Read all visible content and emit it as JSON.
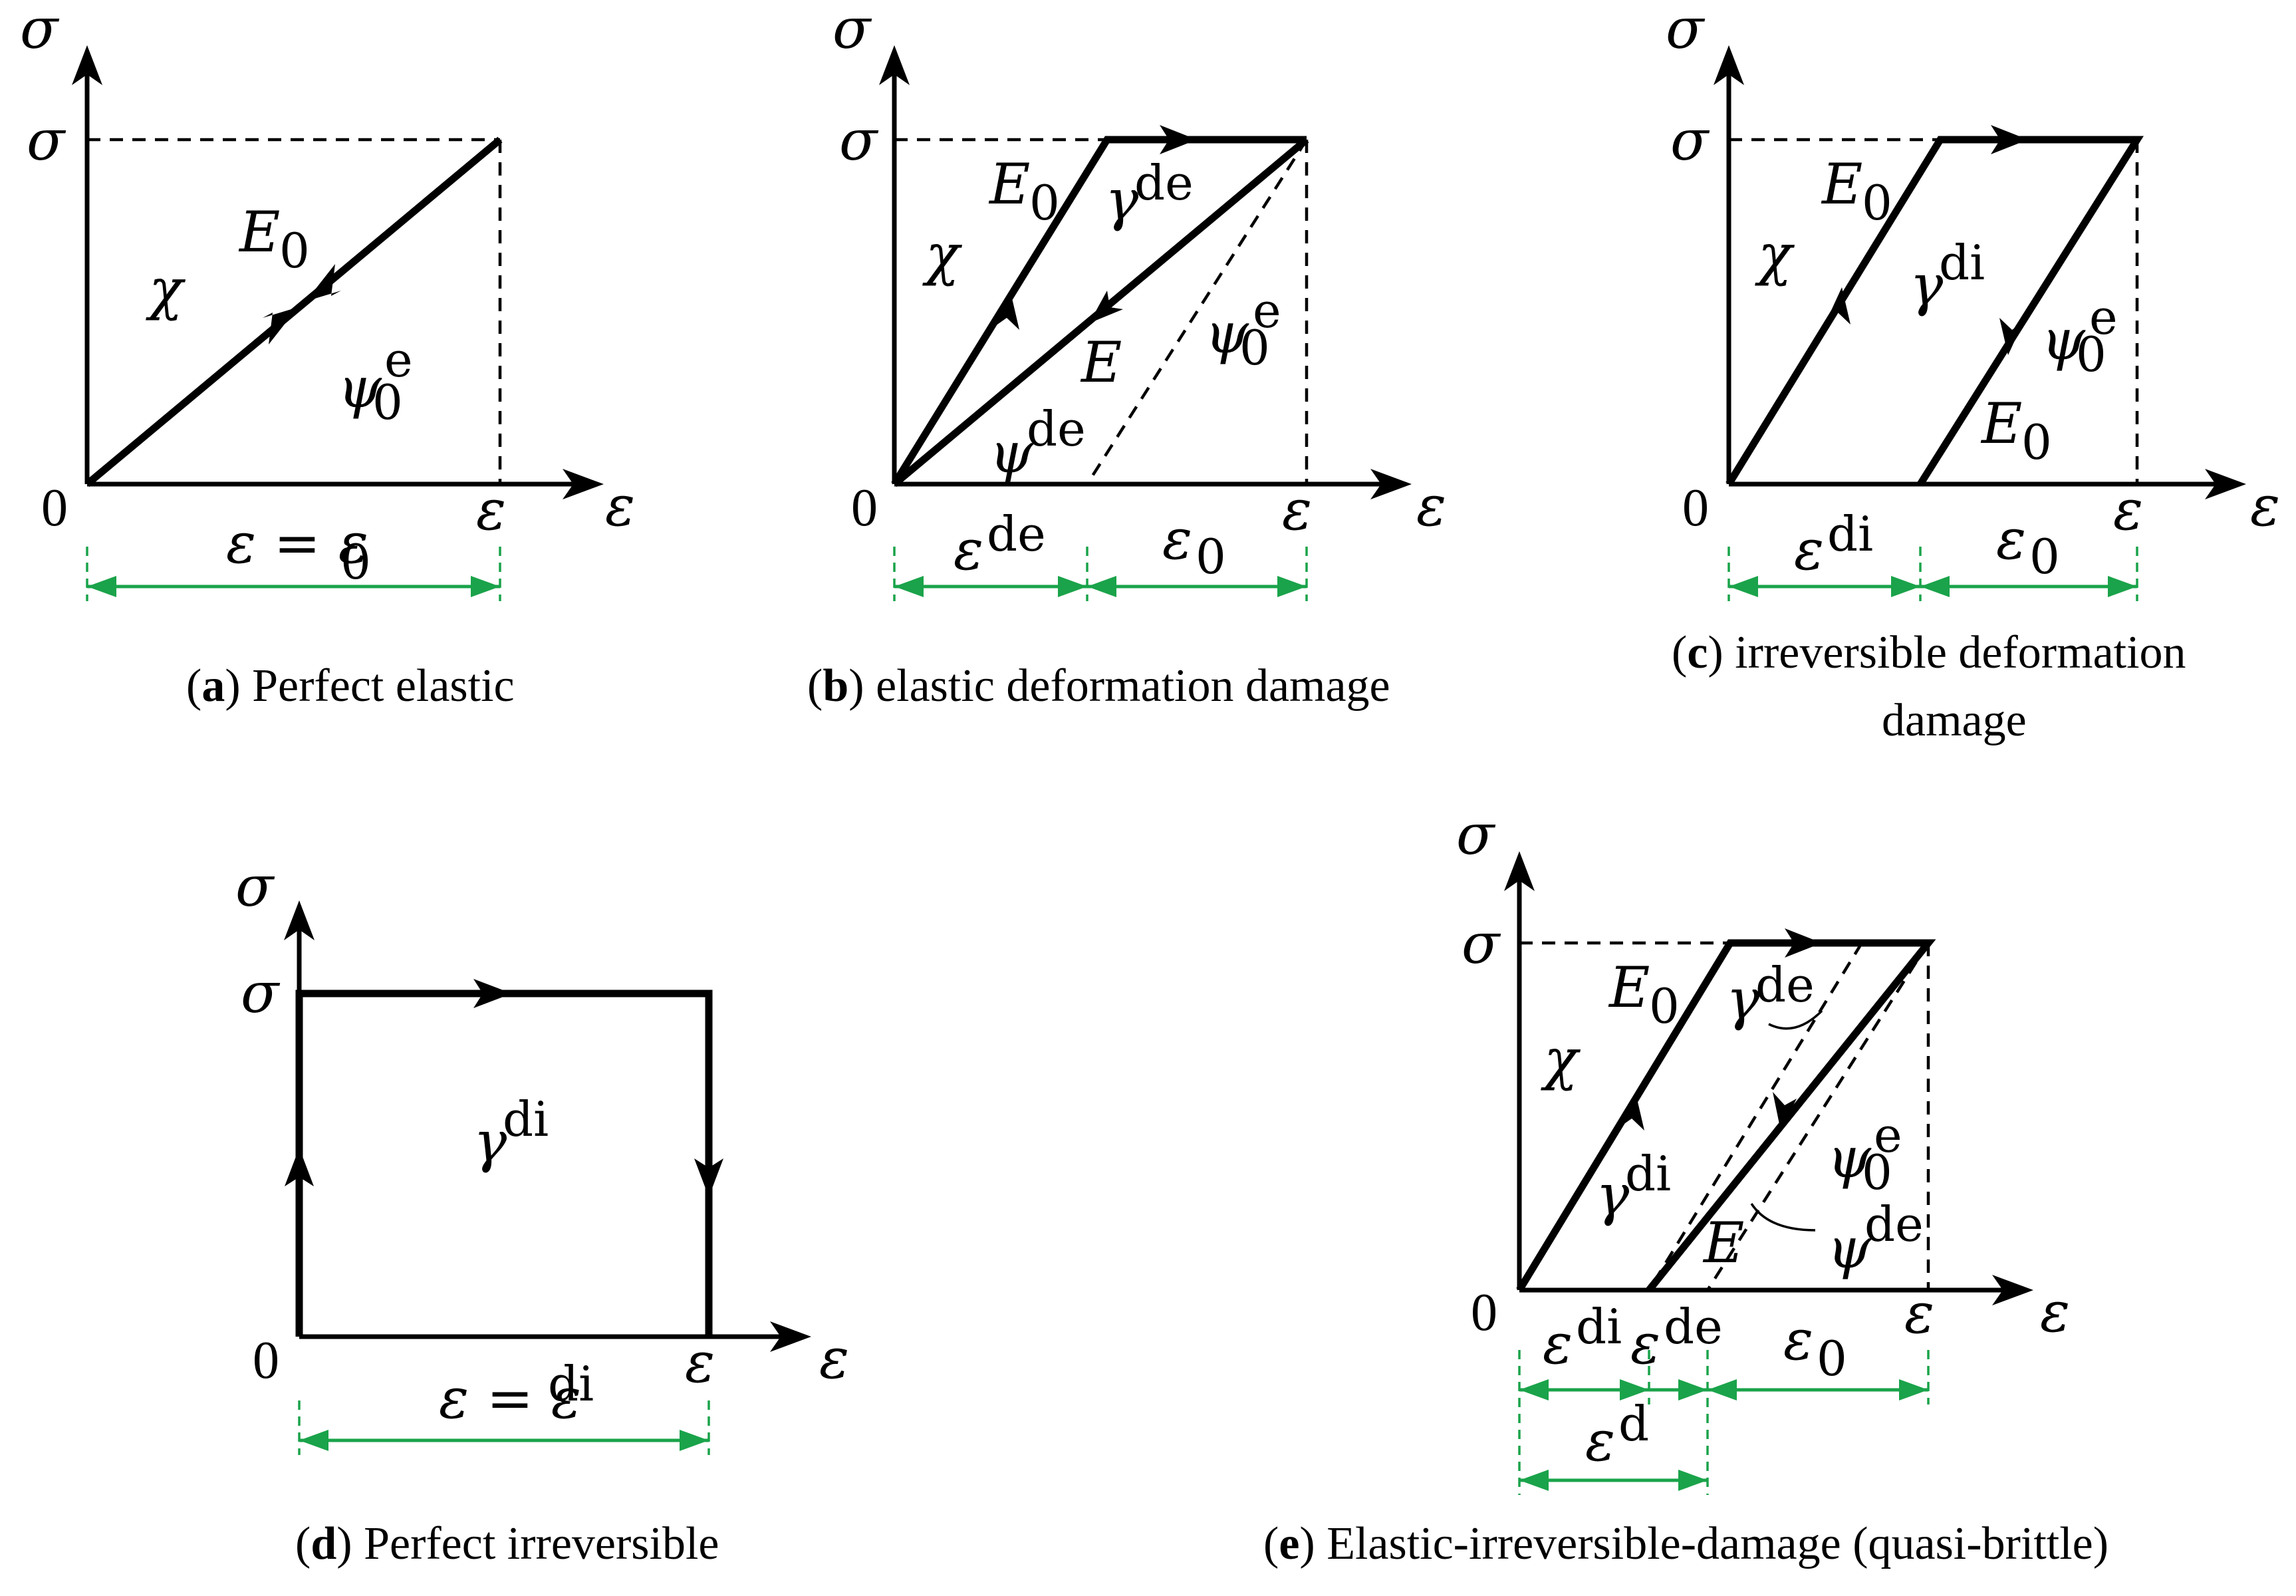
{
  "panels": {
    "a": {
      "caption_letter": "a",
      "caption_text": " Perfect elastic",
      "axis_y": "σ",
      "axis_x": "ε",
      "origin": "0",
      "sigma_tick": "σ",
      "eps_tick": "ε",
      "label_chi": "χ",
      "label_E0": "E",
      "label_E0_sub": "0",
      "label_psi": "ψ",
      "label_psi_sub": "0",
      "label_psi_sup": "e",
      "dim_main": "ε = ε",
      "dim_main_sub": "0"
    },
    "b": {
      "caption_letter": "b",
      "caption_text": " elastic deformation damage",
      "axis_y": "σ",
      "axis_x": "ε",
      "origin": "0",
      "sigma_tick": "σ",
      "eps_tick": "ε",
      "label_chi": "χ",
      "label_E0": "E",
      "label_E0_sub": "0",
      "label_gamma": "γ",
      "label_gamma_sup": "de",
      "label_E": "E",
      "label_psi0": "ψ",
      "label_psi0_sub": "0",
      "label_psi0_sup": "e",
      "label_psi_de": "ψ",
      "label_psi_de_sup": "de",
      "dim_left": "ε",
      "dim_left_sup": "de",
      "dim_right": "ε",
      "dim_right_sub": "0"
    },
    "c": {
      "caption_letter": "c",
      "caption_line1": " irreversible deformation",
      "caption_line2": "damage",
      "axis_y": "σ",
      "axis_x": "ε",
      "origin": "0",
      "sigma_tick": "σ",
      "eps_tick": "ε",
      "label_chi": "χ",
      "label_E0_top": "E",
      "label_E0_top_sub": "0",
      "label_gamma": "γ",
      "label_gamma_sup": "di",
      "label_psi0": "ψ",
      "label_psi0_sub": "0",
      "label_psi0_sup": "e",
      "label_E0_bot": "E",
      "label_E0_bot_sub": "0",
      "dim_left": "ε",
      "dim_left_sup": "di",
      "dim_right": "ε",
      "dim_right_sub": "0"
    },
    "d": {
      "caption_letter": "d",
      "caption_text": " Perfect irreversible",
      "axis_y": "σ",
      "axis_x": "ε",
      "origin": "0",
      "sigma_tick": "σ",
      "eps_tick": "ε",
      "label_gamma": "γ",
      "label_gamma_sup": "di",
      "dim_main": "ε = ε",
      "dim_main_sup": "di"
    },
    "e": {
      "caption_letter": "e",
      "caption_text": " Elastic-irreversible-damage (quasi-brittle)",
      "axis_y": "σ",
      "axis_x": "ε",
      "origin": "0",
      "sigma_tick": "σ",
      "eps_tick": "ε",
      "label_chi": "χ",
      "label_E0": "E",
      "label_E0_sub": "0",
      "label_gamma_de": "γ",
      "label_gamma_de_sup": "de",
      "label_gamma_di": "γ",
      "label_gamma_di_sup": "di",
      "label_psi0": "ψ",
      "label_psi0_sub": "0",
      "label_psi0_sup": "e",
      "label_E": "E",
      "label_psi_de": "ψ",
      "label_psi_de_sup": "de",
      "dim_di": "ε",
      "dim_di_sup": "di",
      "dim_de": "ε",
      "dim_de_sup": "de",
      "dim_0": "ε",
      "dim_0_sub": "0",
      "dim_d": "ε",
      "dim_d_sup": "d"
    }
  },
  "colors": {
    "line": "#000000",
    "dimension": "#1aa34a",
    "background": "#ffffff"
  }
}
